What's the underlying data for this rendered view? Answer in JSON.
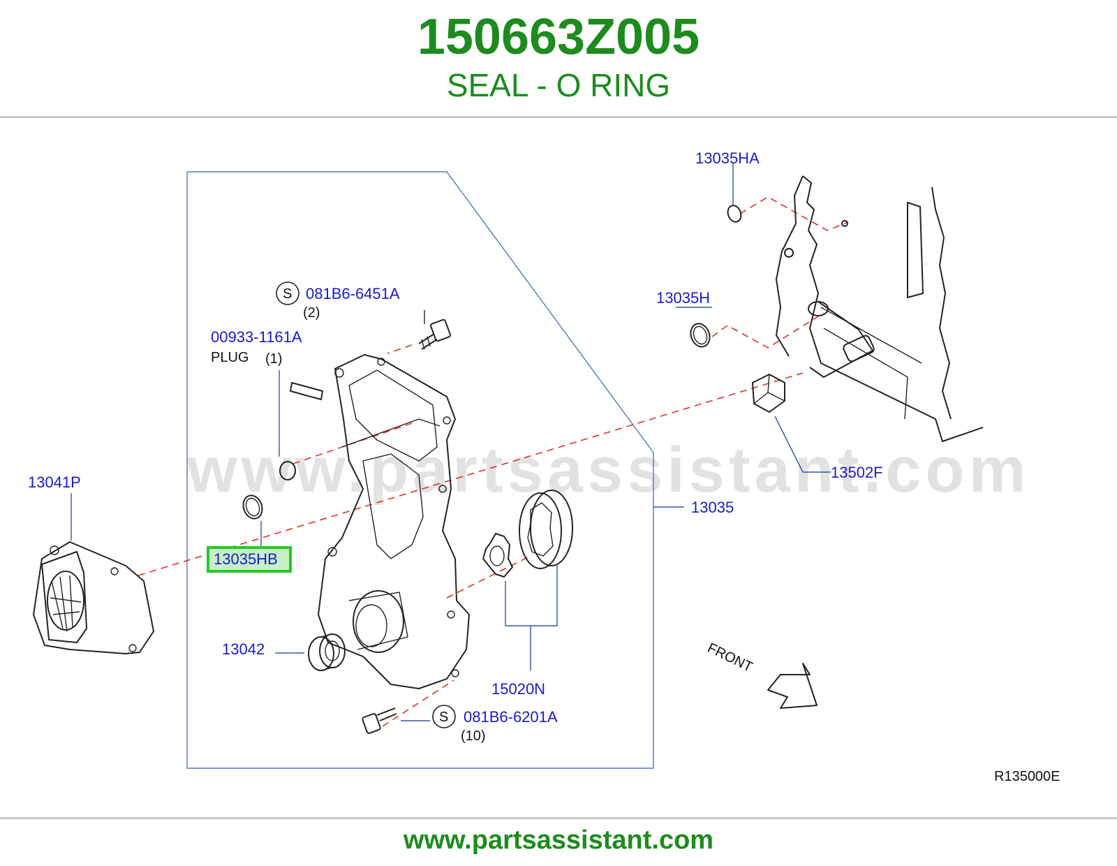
{
  "header": {
    "part_number": "150663Z005",
    "part_name": "SEAL - O RING"
  },
  "diagram": {
    "watermark": "www.partsassistant.com",
    "callouts": {
      "p13035HA": "13035HA",
      "p13035H": "13035H",
      "p13502F": "13502F",
      "p13035": "13035",
      "p13041P": "13041P",
      "p13035HB": "13035HB",
      "p13042": "13042",
      "p15020N": "15020N",
      "bolt_top": "081B6-6451A",
      "bolt_top_qty": "(2)",
      "plug_code": "00933-1161A",
      "plug_name": "PLUG",
      "plug_qty": "(1)",
      "bolt_bottom": "081B6-6201A",
      "bolt_bottom_qty": "(10)",
      "s_badge": "S"
    },
    "highlighted_part": "13035HB",
    "highlight_color": "#22cc22",
    "front_label": "FRONT",
    "reference_code": "R135000E"
  },
  "footer": {
    "url": "www.partsassistant.com"
  },
  "colors": {
    "brand_green": "#1e8b1e",
    "callout_blue": "#1a1acc",
    "leader_red": "#e03030",
    "frame_blue": "#5577bb"
  }
}
